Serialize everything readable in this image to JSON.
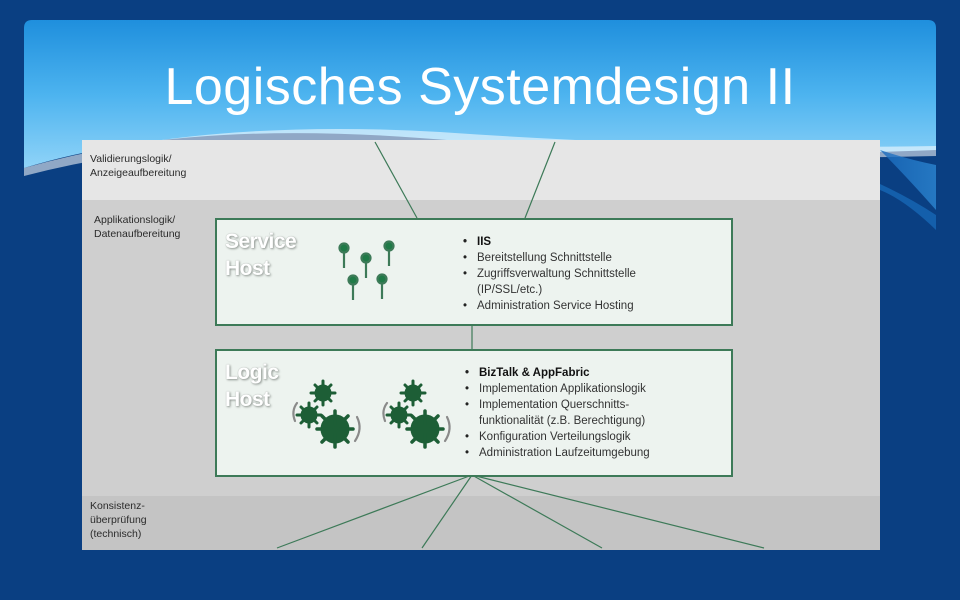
{
  "slide": {
    "title": "Logisches Systemdesign II"
  },
  "layers": {
    "presentation": "Validierungslogik/\nAnzeigeaufbereitung",
    "application": "Applikationslogik/\nDatenaufbereitung",
    "consistency": "Konsistenz-\nüberprüfung\n(technisch)"
  },
  "service_host": {
    "title": "Service\nHost",
    "items": [
      "IIS",
      "Bereitstellung Schnittstelle",
      "Zugriffsverwaltung Schnittstelle\n(IP/SSL/etc.)",
      "Administration Service Hosting"
    ]
  },
  "logic_host": {
    "title": "Logic\nHost",
    "items": [
      "BizTalk & AppFabric",
      "Implementation Applikationslogik",
      "Implementation Querschnitts-\nfunktionalität (z.B. Berechtigung)",
      "Konfiguration Verteilungslogik",
      "Administration Laufzeitumgebung"
    ]
  },
  "colors": {
    "slide_background": "#0a3f82",
    "header_light": "#4fb3ee",
    "accent_green": "#3d7a58",
    "gear_green": "#1d5e36"
  },
  "icons": {
    "service_host": "pins-icon",
    "logic_host": "gears-icon"
  }
}
